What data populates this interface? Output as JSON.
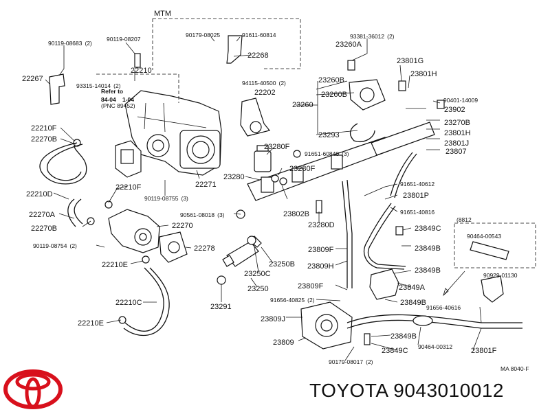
{
  "diagram": {
    "box_title": "MTM",
    "box_title_right": "(8812",
    "ref_line1": "Refer to",
    "ref_line2": "84-04",
    "ref_line2b": "1-04",
    "ref_line3": "(PNC 89452)",
    "footer_code": "MA 8040-F",
    "callouts": [
      {
        "id": "c01",
        "text": "90119-08683",
        "q": "(2)"
      },
      {
        "id": "c02",
        "text": "90119-08207",
        "q": ""
      },
      {
        "id": "c03",
        "text": "90179-08025",
        "q": ""
      },
      {
        "id": "c04",
        "text": "91611-60814",
        "q": ""
      },
      {
        "id": "c05",
        "text": "93381-36012",
        "q": "(2)"
      },
      {
        "id": "c06",
        "text": "23260A",
        "q": ""
      },
      {
        "id": "c07",
        "text": "22268",
        "q": ""
      },
      {
        "id": "c08",
        "text": "22210",
        "q": ""
      },
      {
        "id": "c09",
        "text": "23801G",
        "q": ""
      },
      {
        "id": "c10",
        "text": "22267",
        "q": ""
      },
      {
        "id": "c11",
        "text": "93315-14014",
        "q": "(2)"
      },
      {
        "id": "c12",
        "text": "94115-40500",
        "q": "(2)"
      },
      {
        "id": "c13",
        "text": "23801H",
        "q": ""
      },
      {
        "id": "c14",
        "text": "22202",
        "q": ""
      },
      {
        "id": "c15",
        "text": "23260B",
        "q": ""
      },
      {
        "id": "c16",
        "text": "23260B",
        "q": ""
      },
      {
        "id": "c17",
        "text": "90401-14009",
        "q": ""
      },
      {
        "id": "c18",
        "text": "23260",
        "q": ""
      },
      {
        "id": "c19",
        "text": "23902",
        "q": ""
      },
      {
        "id": "c20",
        "text": "23270B",
        "q": ""
      },
      {
        "id": "c21",
        "text": "22210F",
        "q": ""
      },
      {
        "id": "c22",
        "text": "23801H",
        "q": ""
      },
      {
        "id": "c23",
        "text": "22270B",
        "q": ""
      },
      {
        "id": "c24",
        "text": "23293",
        "q": ""
      },
      {
        "id": "c25",
        "text": "23801J",
        "q": ""
      },
      {
        "id": "c26",
        "text": "23280F",
        "q": ""
      },
      {
        "id": "c27",
        "text": "23807",
        "q": ""
      },
      {
        "id": "c28",
        "text": "91651-60840",
        "q": "(3)"
      },
      {
        "id": "c29",
        "text": "23280F",
        "q": ""
      },
      {
        "id": "c30",
        "text": "22210D",
        "q": ""
      },
      {
        "id": "c31",
        "text": "22210F",
        "q": ""
      },
      {
        "id": "c32",
        "text": "23280",
        "q": ""
      },
      {
        "id": "c33",
        "text": "22271",
        "q": ""
      },
      {
        "id": "c34",
        "text": "91651-40612",
        "q": ""
      },
      {
        "id": "c35",
        "text": "90119-08755",
        "q": "(3)"
      },
      {
        "id": "c36",
        "text": "23801P",
        "q": ""
      },
      {
        "id": "c37",
        "text": "22270A",
        "q": ""
      },
      {
        "id": "c38",
        "text": "23802B",
        "q": ""
      },
      {
        "id": "c39",
        "text": "90561-08018",
        "q": "(3)"
      },
      {
        "id": "c40",
        "text": "91651-40816",
        "q": ""
      },
      {
        "id": "c41",
        "text": "22270",
        "q": ""
      },
      {
        "id": "c42",
        "text": "22270B",
        "q": ""
      },
      {
        "id": "c43",
        "text": "23280D",
        "q": ""
      },
      {
        "id": "c44",
        "text": "23849C",
        "q": ""
      },
      {
        "id": "c45",
        "text": "90464-00543",
        "q": ""
      },
      {
        "id": "c46",
        "text": "90119-08754",
        "q": "(2)"
      },
      {
        "id": "c47",
        "text": "22278",
        "q": ""
      },
      {
        "id": "c48",
        "text": "23809F",
        "q": ""
      },
      {
        "id": "c49",
        "text": "23849B",
        "q": ""
      },
      {
        "id": "c50",
        "text": "22210E",
        "q": ""
      },
      {
        "id": "c51",
        "text": "23250B",
        "q": ""
      },
      {
        "id": "c52",
        "text": "23809H",
        "q": ""
      },
      {
        "id": "c53",
        "text": "23849B",
        "q": ""
      },
      {
        "id": "c54",
        "text": "23250C",
        "q": ""
      },
      {
        "id": "c55",
        "text": "90929-01130",
        "q": ""
      },
      {
        "id": "c56",
        "text": "23809F",
        "q": ""
      },
      {
        "id": "c57",
        "text": "23849A",
        "q": ""
      },
      {
        "id": "c58",
        "text": "23250",
        "q": ""
      },
      {
        "id": "c59",
        "text": "22210C",
        "q": ""
      },
      {
        "id": "c60",
        "text": "91656-40825",
        "q": "(2)"
      },
      {
        "id": "c61",
        "text": "23849B",
        "q": ""
      },
      {
        "id": "c62",
        "text": "91656-40616",
        "q": ""
      },
      {
        "id": "c63",
        "text": "23291",
        "q": ""
      },
      {
        "id": "c64",
        "text": "23809J",
        "q": ""
      },
      {
        "id": "c65",
        "text": "22210E",
        "q": ""
      },
      {
        "id": "c66",
        "text": "23849B",
        "q": ""
      },
      {
        "id": "c67",
        "text": "23809",
        "q": ""
      },
      {
        "id": "c68",
        "text": "90464-00312",
        "q": ""
      },
      {
        "id": "c69",
        "text": "23849C",
        "q": ""
      },
      {
        "id": "c70",
        "text": "23801F",
        "q": ""
      },
      {
        "id": "c71",
        "text": "90179-08017",
        "q": "(2)"
      }
    ]
  },
  "brand": {
    "caption": "TOYOTA 9043010012",
    "logo_color": "#d8101c"
  }
}
